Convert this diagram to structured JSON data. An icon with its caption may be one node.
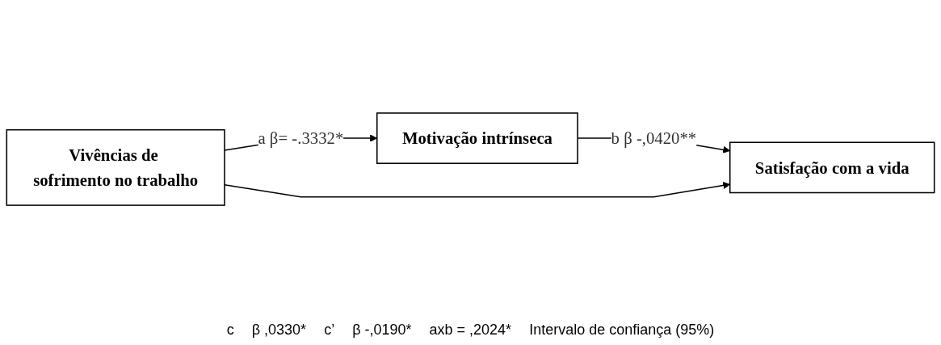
{
  "diagram": {
    "nodes": [
      {
        "text": [
          "Vivências de sofrimento no trabalho"
        ]
      },
      {
        "text": [
          "Motivação intrínseca"
        ]
      },
      {
        "text": [
          "Satisfação com a vida"
        ]
      }
    ],
    "edges": [
      {
        "from": 0,
        "to": 1,
        "arrow": "to",
        "label": "a β= -.3332*"
      },
      {
        "from": 1,
        "to": 2,
        "arrow": "to",
        "label": "b β -,0420**"
      },
      {
        "from": 0,
        "to": 2,
        "arrow": "to"
      }
    ],
    "labels": [
      "c",
      "β ,0330*",
      "c’",
      "β -,0190*",
      "axb = ,2024*",
      "Intervalo de confiança (95%)"
    ]
  }
}
